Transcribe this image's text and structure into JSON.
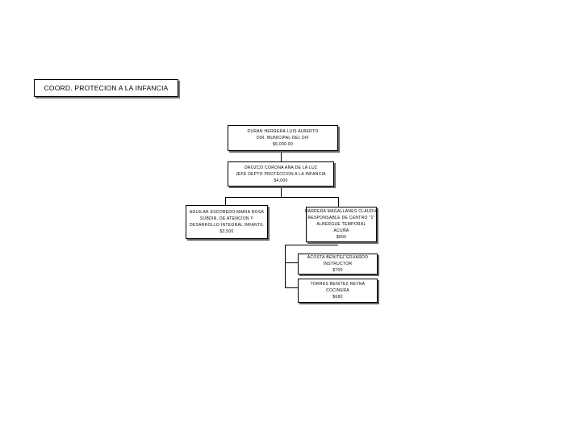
{
  "title": "COORD. PROTECION A LA INFANCIA",
  "nodes": {
    "n1": [
      "DURAN HERRERA LUIS ALBERTO",
      "DIR. MUNICIPAL DEL DIF",
      "$6,000.00"
    ],
    "n2": [
      "OROZCO CORONA ANA DE LA LUZ",
      "JEFE DEPTO PROTECCION A LA INFANCIA",
      "$4,000"
    ],
    "n3": [
      "AGUILAR ESCOBEDO MARIA ROSA",
      "SUBDIR. DE ATENCION Y",
      "DESARROLLO INTEGRAL INFANTIL",
      "$3,500"
    ],
    "n4": [
      "BARRERA MAGALLANES CLAUDIA",
      "RESPONSABLE DE CENTRO \"1\"",
      "ALBERGUE TEMPORAL",
      "ACUÑA",
      "$900"
    ],
    "n5": [
      "ACOSTA BENITEZ EDUARDO",
      "INSTRUCTOR",
      "$700"
    ],
    "n6": [
      "TORRES BENITEZ REYNA",
      "COCINERA",
      "$680"
    ]
  }
}
